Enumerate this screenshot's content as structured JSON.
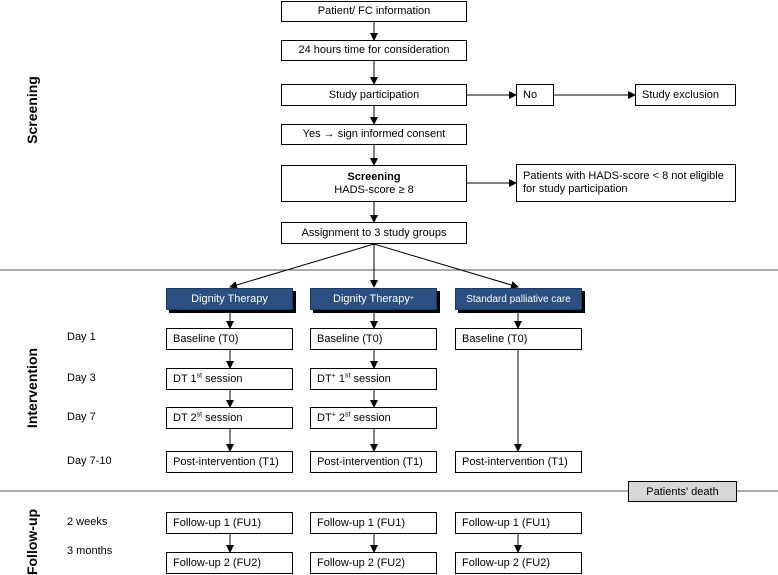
{
  "sections": {
    "screening": "Screening",
    "intervention": "Intervention",
    "followup": "Follow-up"
  },
  "flow": {
    "patient_info": "Patient/ FC information",
    "consideration": "24 hours time for consideration",
    "participation": "Study participation",
    "no": "No",
    "exclusion": "Study exclusion",
    "yes_consent": "Yes → sign informed consent",
    "screening_title": "Screening",
    "screening_sub": "HADS-score ≥ 8",
    "not_eligible": "Patients with HADS-score < 8 not eligible for study participation",
    "assignment": "Assignment to 3 study groups"
  },
  "groups": {
    "dt": {
      "name": "Dignity Therapy"
    },
    "dtplus": {
      "name": "Dignity Therapy",
      "sup": "+"
    },
    "spc": {
      "name": "Standard palliative care"
    }
  },
  "days": {
    "day1": "Day 1",
    "day3": "Day 3",
    "day7": "Day 7",
    "day710": "Day 7-10",
    "w2": "2 weeks",
    "m3": "3 months"
  },
  "cells": {
    "baseline": "Baseline (T0)",
    "dt_s1_pre": "DT 1",
    "dt_s1_sup": "st",
    "dt_s1_post": " session",
    "dt_s2_pre": "DT 2",
    "dt_s2_sup": "st",
    "dt_s2_post": " session",
    "dtp_s1_pre": "DT",
    "dtp_s1_sup1": "+",
    "dtp_s1_mid": " 1",
    "dtp_s1_sup2": "st",
    "dtp_s1_post": " session",
    "dtp_s2_pre": "DT",
    "dtp_s2_sup1": "+",
    "dtp_s2_mid": " 2",
    "dtp_s2_sup2": "st",
    "dtp_s2_post": " session",
    "post": "Post-intervention (T1)",
    "fu1": "Follow-up 1 (FU1)",
    "fu2": "Follow-up 2 (FU2)"
  },
  "death": "Patients' death"
}
